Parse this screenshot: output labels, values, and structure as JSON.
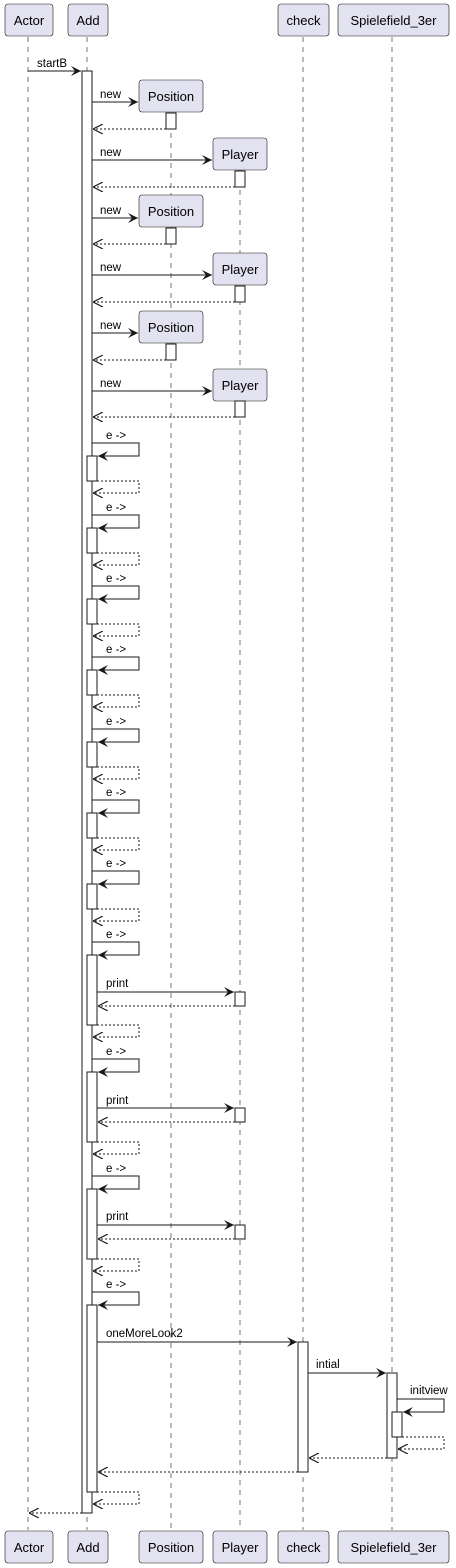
{
  "participants": [
    {
      "id": "actor",
      "label": "Actor"
    },
    {
      "id": "add",
      "label": "Add"
    },
    {
      "id": "position",
      "label": "Position"
    },
    {
      "id": "player",
      "label": "Player"
    },
    {
      "id": "check",
      "label": "check"
    },
    {
      "id": "spiel",
      "label": "Spielefield_3er"
    }
  ],
  "messages": [
    {
      "label": "startB",
      "from": "actor",
      "to": "add"
    },
    {
      "label": "new",
      "from": "add",
      "to": "position",
      "create": true
    },
    {
      "label": "",
      "from": "position",
      "to": "add",
      "return": true
    },
    {
      "label": "new",
      "from": "add",
      "to": "player",
      "create": true
    },
    {
      "label": "",
      "from": "player",
      "to": "add",
      "return": true
    },
    {
      "label": "new",
      "from": "add",
      "to": "position",
      "create": true
    },
    {
      "label": "",
      "from": "position",
      "to": "add",
      "return": true
    },
    {
      "label": "new",
      "from": "add",
      "to": "player",
      "create": true
    },
    {
      "label": "",
      "from": "player",
      "to": "add",
      "return": true
    },
    {
      "label": "new",
      "from": "add",
      "to": "position",
      "create": true
    },
    {
      "label": "",
      "from": "position",
      "to": "add",
      "return": true
    },
    {
      "label": "new",
      "from": "add",
      "to": "player",
      "create": true
    },
    {
      "label": "",
      "from": "player",
      "to": "add",
      "return": true
    },
    {
      "label": "e ->",
      "from": "add",
      "to": "add",
      "self": true
    },
    {
      "label": "",
      "from": "add",
      "to": "add",
      "self": true,
      "return": true
    },
    {
      "label": "e ->",
      "from": "add",
      "to": "add",
      "self": true
    },
    {
      "label": "",
      "from": "add",
      "to": "add",
      "self": true,
      "return": true
    },
    {
      "label": "e ->",
      "from": "add",
      "to": "add",
      "self": true
    },
    {
      "label": "",
      "from": "add",
      "to": "add",
      "self": true,
      "return": true
    },
    {
      "label": "e ->",
      "from": "add",
      "to": "add",
      "self": true
    },
    {
      "label": "",
      "from": "add",
      "to": "add",
      "self": true,
      "return": true
    },
    {
      "label": "e ->",
      "from": "add",
      "to": "add",
      "self": true
    },
    {
      "label": "",
      "from": "add",
      "to": "add",
      "self": true,
      "return": true
    },
    {
      "label": "e ->",
      "from": "add",
      "to": "add",
      "self": true
    },
    {
      "label": "",
      "from": "add",
      "to": "add",
      "self": true,
      "return": true
    },
    {
      "label": "e ->",
      "from": "add",
      "to": "add",
      "self": true
    },
    {
      "label": "",
      "from": "add",
      "to": "add",
      "self": true,
      "return": true
    },
    {
      "label": "e ->",
      "from": "add",
      "to": "add",
      "self": true
    },
    {
      "label": "print",
      "from": "add",
      "to": "player"
    },
    {
      "label": "",
      "from": "player",
      "to": "add",
      "return": true
    },
    {
      "label": "",
      "from": "add",
      "to": "add",
      "self": true,
      "return": true
    },
    {
      "label": "e ->",
      "from": "add",
      "to": "add",
      "self": true
    },
    {
      "label": "print",
      "from": "add",
      "to": "player"
    },
    {
      "label": "",
      "from": "player",
      "to": "add",
      "return": true
    },
    {
      "label": "",
      "from": "add",
      "to": "add",
      "self": true,
      "return": true
    },
    {
      "label": "e ->",
      "from": "add",
      "to": "add",
      "self": true
    },
    {
      "label": "print",
      "from": "add",
      "to": "player"
    },
    {
      "label": "",
      "from": "player",
      "to": "add",
      "return": true
    },
    {
      "label": "",
      "from": "add",
      "to": "add",
      "self": true,
      "return": true
    },
    {
      "label": "e ->",
      "from": "add",
      "to": "add",
      "self": true
    },
    {
      "label": "oneMoreLook2",
      "from": "add",
      "to": "check"
    },
    {
      "label": "intial",
      "from": "check",
      "to": "spiel"
    },
    {
      "label": "initview",
      "from": "spiel",
      "to": "spiel",
      "self": true
    },
    {
      "label": "",
      "from": "spiel",
      "to": "spiel",
      "self": true,
      "return": true
    },
    {
      "label": "",
      "from": "spiel",
      "to": "check",
      "return": true
    },
    {
      "label": "",
      "from": "check",
      "to": "add",
      "return": true
    },
    {
      "label": "",
      "from": "add",
      "to": "add",
      "self": true,
      "return": true
    },
    {
      "label": "",
      "from": "add",
      "to": "actor",
      "return": true
    }
  ]
}
